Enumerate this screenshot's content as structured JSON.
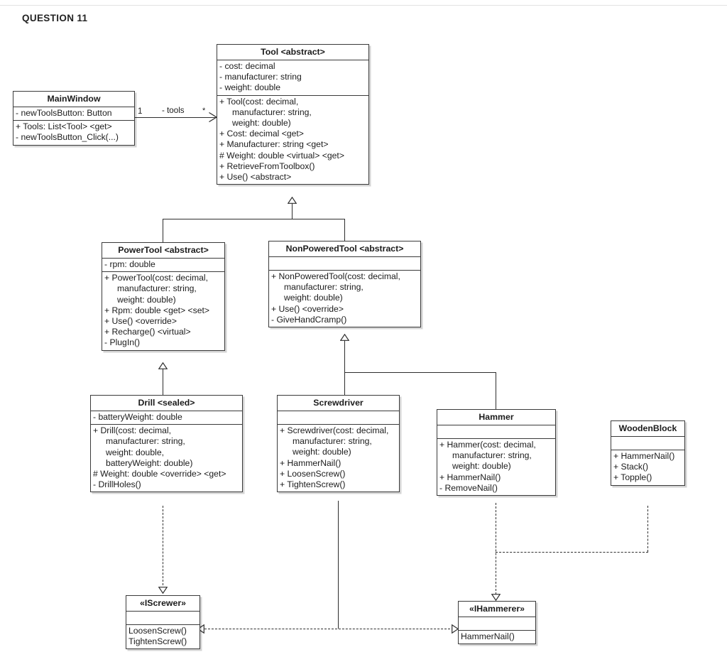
{
  "page": {
    "title": "QUESTION 11"
  },
  "diagram": {
    "type": "uml-class-diagram",
    "classes": [
      {
        "id": "mainwindow",
        "name": "MainWindow",
        "attributes": [
          "- newToolsButton: Button"
        ],
        "operations": [
          "+ Tools: List<Tool> <get>",
          "- newToolsButton_Click(...)"
        ]
      },
      {
        "id": "tool",
        "name": "Tool <abstract>",
        "attributes": [
          "- cost: decimal",
          "- manufacturer: string",
          "- weight: double"
        ],
        "operations": [
          "+ Tool(cost: decimal,",
          "manufacturer: string,",
          "weight: double)",
          "+ Cost: decimal <get>",
          "+ Manufacturer: string <get>",
          "# Weight: double <virtual> <get>",
          "+ RetrieveFromToolbox()",
          "+ Use() <abstract>"
        ],
        "continuation": [
          false,
          true,
          true,
          false,
          false,
          false,
          false,
          false
        ]
      },
      {
        "id": "powertool",
        "name": "PowerTool <abstract>",
        "attributes": [
          "- rpm: double"
        ],
        "operations": [
          "+ PowerTool(cost: decimal,",
          "manufacturer: string,",
          "weight: double)",
          "+ Rpm: double <get> <set>",
          "+ Use() <override>",
          "+ Recharge() <virtual>",
          "- PlugIn()"
        ],
        "continuation": [
          false,
          true,
          true,
          false,
          false,
          false,
          false
        ]
      },
      {
        "id": "nonpoweredtool",
        "name": "NonPoweredTool <abstract>",
        "attributes": [],
        "operations": [
          "+ NonPoweredTool(cost: decimal,",
          "manufacturer: string,",
          "weight: double)",
          "+ Use() <override>",
          "- GiveHandCramp()"
        ],
        "continuation": [
          false,
          true,
          true,
          false,
          false
        ]
      },
      {
        "id": "drill",
        "name": "Drill <sealed>",
        "attributes": [
          "- batteryWeight: double"
        ],
        "operations": [
          "+ Drill(cost: decimal,",
          "manufacturer: string,",
          "weight: double,",
          "batteryWeight: double)",
          "# Weight: double <override> <get>",
          "- DrillHoles()"
        ],
        "continuation": [
          false,
          true,
          true,
          true,
          false,
          false
        ]
      },
      {
        "id": "screwdriver",
        "name": "Screwdriver",
        "attributes": [],
        "operations": [
          "+ Screwdriver(cost: decimal,",
          "manufacturer: string,",
          "weight: double)",
          "+ HammerNail()",
          "+ LoosenScrew()",
          "+ TightenScrew()"
        ],
        "continuation": [
          false,
          true,
          true,
          false,
          false,
          false
        ]
      },
      {
        "id": "hammer",
        "name": "Hammer",
        "attributes": [],
        "operations": [
          "+ Hammer(cost: decimal,",
          "manufacturer: string,",
          "weight: double)",
          "+ HammerNail()",
          "- RemoveNail()"
        ],
        "continuation": [
          false,
          true,
          true,
          false,
          false
        ]
      },
      {
        "id": "woodenblock",
        "name": "WoodenBlock",
        "attributes": [],
        "operations": [
          "+ HammerNail()",
          "+ Stack()",
          "+ Topple()"
        ],
        "continuation": [
          false,
          false,
          false
        ]
      },
      {
        "id": "iscrewer",
        "name": "«IScrewer»",
        "attributes": [],
        "operations": [
          "LoosenScrew()",
          "TightenScrew()"
        ],
        "continuation": [
          false,
          false
        ]
      },
      {
        "id": "ihammerer",
        "name": "«IHammerer»",
        "attributes": [],
        "operations": [
          "HammerNail()"
        ],
        "continuation": [
          false
        ]
      }
    ],
    "association_labels": {
      "source_multiplicity": "1",
      "role_name": "- tools",
      "target_multiplicity": "*"
    },
    "relationships": [
      {
        "kind": "association",
        "from": "mainwindow",
        "to": "tool"
      },
      {
        "kind": "generalization",
        "from": "powertool",
        "to": "tool"
      },
      {
        "kind": "generalization",
        "from": "nonpoweredtool",
        "to": "tool"
      },
      {
        "kind": "generalization",
        "from": "drill",
        "to": "powertool"
      },
      {
        "kind": "generalization",
        "from": "screwdriver",
        "to": "nonpoweredtool"
      },
      {
        "kind": "generalization",
        "from": "hammer",
        "to": "nonpoweredtool"
      },
      {
        "kind": "realization",
        "from": "drill",
        "to": "iscrewer"
      },
      {
        "kind": "realization",
        "from": "screwdriver",
        "to": "ihammerer"
      },
      {
        "kind": "realization",
        "from": "hammer",
        "to": "ihammerer"
      },
      {
        "kind": "realization",
        "from": "woodenblock",
        "to": "ihammerer"
      },
      {
        "kind": "realization",
        "from": "iscrewer",
        "to": "ihammerer"
      }
    ],
    "colors": {
      "line": "#2d2d2d",
      "box_border": "#3a3a3a",
      "text": "#1b1b1b",
      "background": "#ffffff"
    }
  }
}
